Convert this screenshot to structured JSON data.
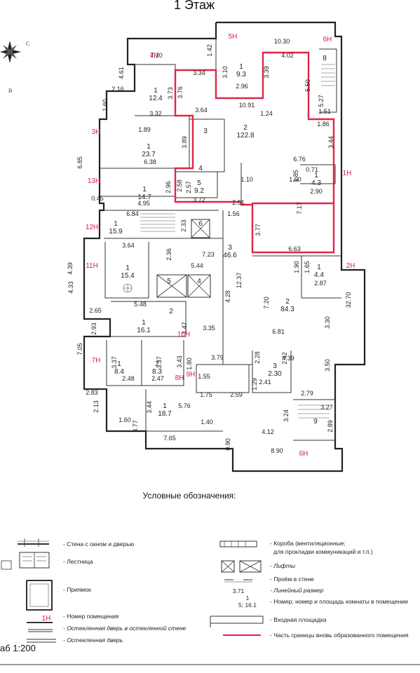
{
  "title": "1 Этаж",
  "compass": {
    "east": "С",
    "south": "В"
  },
  "entries": [
    "5Н",
    "6Н",
    "4Н",
    "3Н",
    "13Н",
    "12Н",
    "11Н",
    "1Н",
    "2Н",
    "10Н",
    "7Н",
    "8Н",
    "9Н",
    "6Н"
  ],
  "rooms": [
    {
      "no": "1",
      "area": "9.3"
    },
    {
      "no": "1",
      "area": "12.4"
    },
    {
      "no": "2",
      "area": "122.8"
    },
    {
      "no": "1",
      "area": "23.7"
    },
    {
      "no": "1",
      "area": "14.7"
    },
    {
      "no": "5",
      "area": "9.2"
    },
    {
      "no": "1",
      "area": "4.3"
    },
    {
      "no": "1",
      "area": "15.9"
    },
    {
      "no": "3",
      "area": "46.6"
    },
    {
      "no": "1",
      "area": "15.4"
    },
    {
      "no": "1",
      "area": "4.4"
    },
    {
      "no": "2",
      "area": "84.3"
    },
    {
      "no": "1",
      "area": "16.1"
    },
    {
      "no": "1",
      "area": "8.4"
    },
    {
      "no": "2",
      "area": "8.3"
    },
    {
      "no": "3",
      "area": "2.30"
    },
    {
      "no": "1",
      "area": "18.7"
    }
  ],
  "room_labels": [
    "3",
    "4",
    "2",
    "8",
    "6",
    "5",
    "4",
    "9"
  ],
  "dims": [
    "10.30",
    "7.20",
    "1.42",
    "4.02",
    "4.61",
    "3.34",
    "3.10",
    "3.39",
    "2.16",
    "3.73",
    "3.76",
    "2.96",
    "5.50",
    "1.60",
    "3.32",
    "3.64",
    "10.91",
    "1.24",
    "5.27",
    "1.51",
    "1.89",
    "3.89",
    "1.86",
    "3.44",
    "6.85",
    "6.38",
    "6.76",
    "1.10",
    "1.85",
    "0.71",
    "1.60",
    "2.90",
    "2.58",
    "2.57",
    "2.96",
    "4.95",
    "0.45",
    "3.72",
    "2.51",
    "6.84",
    "2.33",
    "1.56",
    "7.17",
    "3.77",
    "3.64",
    "2.36",
    "7.23",
    "6.63",
    "4.39",
    "5.44",
    "1.90",
    "1.65",
    "4.33",
    "2.87",
    "12.37",
    "4.28",
    "7.20",
    "2.65",
    "5.48",
    "3.30",
    "32.70",
    "2.93",
    "6.81",
    "3.35",
    "1.47",
    "7.05",
    "3.79",
    "3.37",
    "3.37",
    "2.28",
    "2.42",
    "4.39",
    "3.50",
    "2.48",
    "2.47",
    "3.43",
    "1.80",
    "1.55",
    "2.41",
    "2.83",
    "1.75",
    "2.59",
    "1.29",
    "2.79",
    "3.27",
    "2.13",
    "3.44",
    "5.76",
    "3.24",
    "1.60",
    "3.77",
    "2.89",
    "7.65",
    "4.12",
    "0.90",
    "8.90",
    "1.40"
  ],
  "legend": {
    "title": "Условные обозначения:",
    "items": [
      "- Стена с окном и дверью",
      "- Лестница",
      "- Приямок",
      "- Номер помещения",
      "- Остекленная дверь в остекленной стене",
      "- Остекленная дверь",
      "- Короба  (вентиляционные;",
      "для прокладки коммуникаций и т.п.)",
      "- Лифты",
      "- Проём в стене",
      "- Линейный размер",
      "- Номер; номер и площадь комнаты в помещении",
      "- Входная площадка",
      "- Часть границы вновь образованного помещения"
    ],
    "sample_room_no": "1Н",
    "sample_dim": "3.71",
    "sample_room": "5; 16.1",
    "sample_room_top": "1"
  },
  "scale": "аб 1:200",
  "colors": {
    "boundary": "#e0254a",
    "entry_label": "#d81e4c"
  }
}
